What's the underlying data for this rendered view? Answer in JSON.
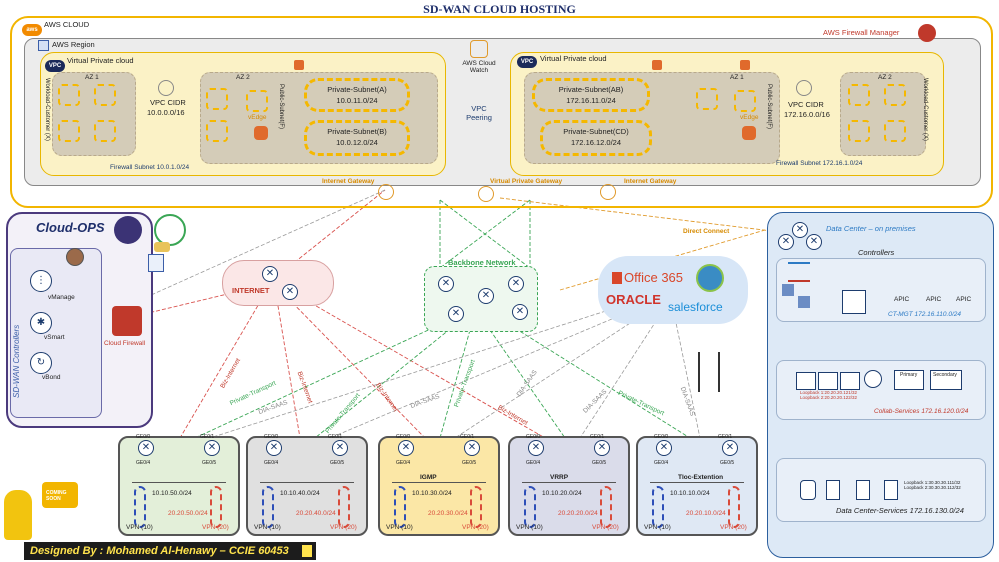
{
  "title": "SD-WAN CLOUD HOSTING",
  "aws": {
    "cloud_label": "AWS CLOUD",
    "region_label": "AWS Region",
    "firewall_manager": "AWS Firewall Manager",
    "cloud_watch": "AWS Cloud Watch",
    "vpc_peering": "VPC Peering",
    "internet_gateway": "Internet Gateway",
    "virtual_private_gateway": "Virtual Private Gateway",
    "vpc_left": {
      "tag": "VPC",
      "label": "Virtual Private cloud",
      "az1": "AZ 1",
      "az2": "AZ 2",
      "workload": "Workload-Customer (X)",
      "cidr_label": "VPC CIDR",
      "cidr": "10.0.0.0/16",
      "vedge": "vEdge",
      "public_subnet": "Public-Subnet(F)",
      "subnet_a_name": "Private-Subnet(A)",
      "subnet_a_cidr": "10.0.11.0/24",
      "subnet_b_name": "Private-Subnet(B)",
      "subnet_b_cidr": "10.0.12.0/24",
      "firewall_subnet": "Firewall Subnet 10.0.1.0/24"
    },
    "vpc_right": {
      "tag": "VPC",
      "label": "Virtual Private cloud",
      "az1": "AZ 1",
      "az2": "AZ 2",
      "workload": "Workload-Customer (X)",
      "cidr_label": "VPC CIDR",
      "cidr": "172.16.0.0/16",
      "vedge": "vEdge",
      "public_subnet": "Public-Subnet(F)",
      "subnet_ab_name": "Private-Subnet(AB)",
      "subnet_ab_cidr": "172.16.11.0/24",
      "subnet_cd_name": "Private-Subnet(CD)",
      "subnet_cd_cidr": "172.16.12.0/24",
      "firewall_subnet": "Firewall Subnet 172.16.1.0/24"
    }
  },
  "cloud_ops": {
    "title": "Cloud-OPS",
    "controllers_title": "SD-WAN Controllers",
    "vmanage": "vManage",
    "vsmart": "vSmart",
    "vbond": "vBond",
    "cloud_firewall": "Cloud Firewall"
  },
  "internet": "INTERNET",
  "backbone": "Backbone Network",
  "direct_connect": "Direct Connect",
  "saas": {
    "office": "Office 365",
    "oracle": "ORACLE",
    "salesforce": "salesforce"
  },
  "links": {
    "biz_internet": "Biz-Internet",
    "private_transport": "Private-Transport",
    "dia_saas": "DIA-SAAS"
  },
  "data_center": {
    "title": "Data Center – on premises",
    "controllers": "Controllers",
    "apic": "APIC",
    "ct_mgt": "CT-MGT 172.16.110.0/24",
    "primary": "Primary",
    "secondary": "Secondary",
    "loopback_collab": "Loopback 1:20.20.20.121/32\nLoopback 2:20.20.20.122/32",
    "collab_services": "Collab-Services 172.16.120.0/24",
    "loopback_data": "Loopback 1:30.30.30.111/32\nLoopback 2:30.30.30.112/32",
    "data_services": "Data Center-Services 172.16.130.0/24"
  },
  "sites": [
    {
      "feature": "",
      "ge_tl": "GE0/0",
      "ge_tr": "GE0/1",
      "ge_bl": "GE0/4",
      "ge_br": "GE0/5",
      "net_blue": "10.10.50.0/24",
      "net_red": "20.20.50.0/24",
      "vpn_left": "VPN (10)",
      "vpn_right": "VPN (20)",
      "bg": "#e3efd9"
    },
    {
      "feature": "",
      "ge_tl": "GE0/0",
      "ge_tr": "GE0/1",
      "ge_bl": "GE0/4",
      "ge_br": "GE0/5",
      "net_blue": "10.10.40.0/24",
      "net_red": "20.20.40.0/24",
      "vpn_left": "VPN (10)",
      "vpn_right": "VPN (20)",
      "bg": "#e0e0e0"
    },
    {
      "feature": "IGMP",
      "ge_tl": "GE0/0",
      "ge_tr": "GE0/1",
      "ge_bl": "GE0/4",
      "ge_br": "GE0/5",
      "net_blue": "10.10.30.0/24",
      "net_red": "20.20.30.0/24",
      "vpn_left": "VPN (10)",
      "vpn_right": "VPN (20)",
      "bg": "#fbe7a6"
    },
    {
      "feature": "VRRP",
      "ge_tl": "GE0/0",
      "ge_tr": "GE0/1",
      "ge_bl": "GE0/4",
      "ge_br": "GE0/5",
      "net_blue": "10.10.20.0/24",
      "net_red": "20.20.20.0/24",
      "vpn_left": "VPN (10)",
      "vpn_right": "VPN (20)",
      "bg": "#dadcea"
    },
    {
      "feature": "Tloc-Extention",
      "ge_tl": "GE0/0",
      "ge_tr": "GE0/1",
      "ge_bl": "GE0/4",
      "ge_br": "GE0/5",
      "net_blue": "10.10.10.0/24",
      "net_red": "20.20.10.0/24",
      "vpn_left": "VPN (10)",
      "vpn_right": "VPN (20)",
      "bg": "#dfe8f4"
    }
  ],
  "coming_soon": "COMING SOON",
  "footer": "Designed By : Mohamed Al-Henawy – CCIE 60453"
}
